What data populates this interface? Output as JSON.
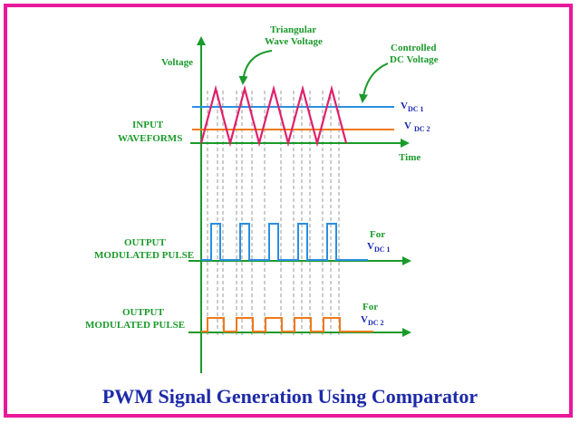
{
  "diagram": {
    "annotations": {
      "triangular": [
        "Triangular",
        "Wave Voltage"
      ],
      "controlled": [
        "Controlled",
        "DC Voltage"
      ]
    },
    "axes": {
      "voltage": "Voltage",
      "time": "Time"
    },
    "levels": {
      "vdc1": {
        "main": "V",
        "sub": "DC 1",
        "color": "#2a8fe0"
      },
      "vdc2": {
        "main": "V",
        "sub": "DC 2",
        "color": "#f07a1a"
      }
    },
    "row_labels": {
      "input": [
        "INPUT",
        "WAVEFORMS"
      ],
      "output1": [
        "OUTPUT",
        "MODULATED PULSE"
      ],
      "output2": [
        "OUTPUT",
        "MODULATED PULSE"
      ]
    },
    "for_labels": {
      "out1": {
        "word": "For",
        "main": "V",
        "sub": "DC 1"
      },
      "out2": {
        "word": "For",
        "main": "V",
        "sub": "DC 2"
      }
    },
    "colors": {
      "frame": "#e8189a",
      "axis": "#1a9a2a",
      "label": "#1a9a2a",
      "triangle": "#e0206a",
      "pulse1": "#2a8fe0",
      "pulse2": "#f07a1a",
      "caption": "#1d2aa8"
    }
  },
  "caption": "PWM Signal Generation Using Comparator"
}
